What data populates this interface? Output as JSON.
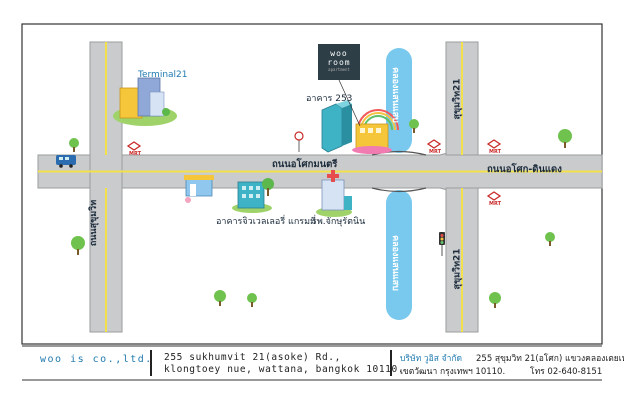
{
  "map": {
    "landmarks": {
      "terminal21": "Terminal21",
      "building_253": "อาคาร 253",
      "jewelry_building": "อาคารจิวเวลเลอรี่ แกรมมี่",
      "hospital": "รพ.จักษุรัตนิน",
      "woo_room_logo": {
        "line1": "woo",
        "line2": "room",
        "line3": "apartment"
      }
    },
    "roads": {
      "main_left": "ถนนอโศกมนตรี",
      "main_right": "ถนนอโศก-ดินแดง",
      "left_vertical": "ถนนสุขุมวิท",
      "right_vertical_top": "สุขุมวิท21",
      "right_vertical_bottom": "สุขุมวิท21"
    },
    "canal": {
      "top": "คลองแสนแสบ",
      "bottom": "คลองแสนแสบ"
    },
    "mrt_label": "MRT"
  },
  "footer": {
    "company": "woo is co.,ltd.",
    "address_line1": "255 sukhumvit 21(asoke) Rd.,",
    "address_line2": "klongtoey nue, wattana, bangkok 10110.",
    "th_company": "บริษัท วูอิส จำกัด",
    "th_address1": "255 สุขุมวิท 21(อโศก) แขวงคลองเตยเหนือ",
    "th_address2": "เขตวัฒนา กรุงเทพฯ 10110.",
    "th_phone": "โทร 02-640-8151"
  },
  "colors": {
    "road": "#c9cbcd",
    "lane": "#f2e14b",
    "canal": "#79c9ee",
    "frame": "#333333",
    "accent": "#1f7ab0"
  }
}
